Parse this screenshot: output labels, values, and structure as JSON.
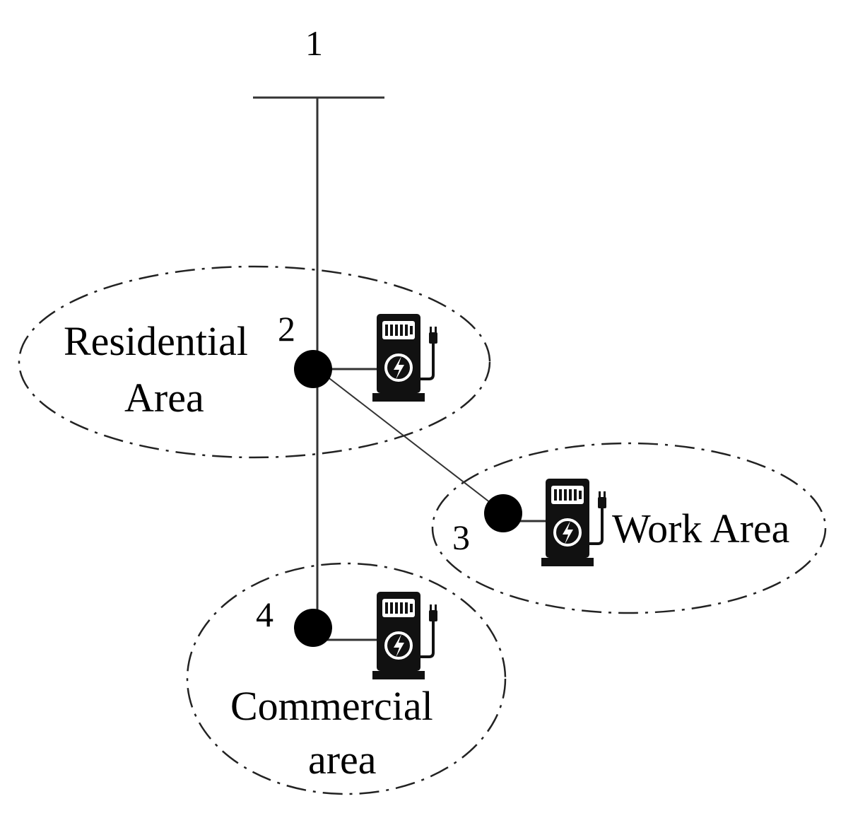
{
  "bus1": {
    "label": "1"
  },
  "nodes": [
    {
      "id": "2",
      "label": "2"
    },
    {
      "id": "3",
      "label": "3"
    },
    {
      "id": "4",
      "label": "4"
    }
  ],
  "areas": {
    "residential": {
      "line1": "Residential",
      "line2": "Area"
    },
    "work": {
      "line1": "Work Area"
    },
    "commercial": {
      "line1": "Commercial",
      "line2": "area"
    }
  },
  "icons": [
    "ev-charging-station-icon",
    "ev-charging-station-icon",
    "ev-charging-station-icon"
  ]
}
